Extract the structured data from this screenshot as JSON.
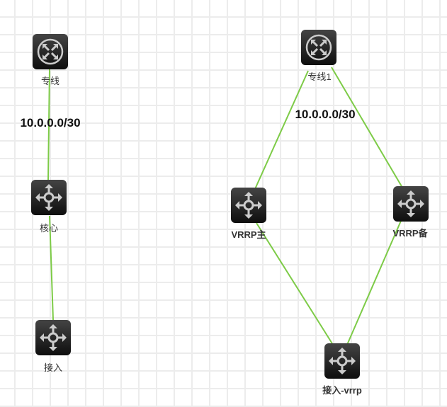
{
  "nodes": {
    "zx": {
      "label": "专线",
      "type": "router"
    },
    "hx": {
      "label": "核心",
      "type": "switch"
    },
    "jr": {
      "label": "接入",
      "type": "switch"
    },
    "zx1": {
      "label": "专线1",
      "type": "router"
    },
    "vm": {
      "label": "VRRP主",
      "type": "switch"
    },
    "vb": {
      "label": "VRRP备",
      "type": "switch"
    },
    "jv": {
      "label": "接入-vrrp",
      "type": "switch"
    }
  },
  "links": {
    "left_label": "10.0.0.0/30",
    "right_label": "10.0.0.0/30"
  },
  "colors": {
    "link": "#7dcb47"
  }
}
